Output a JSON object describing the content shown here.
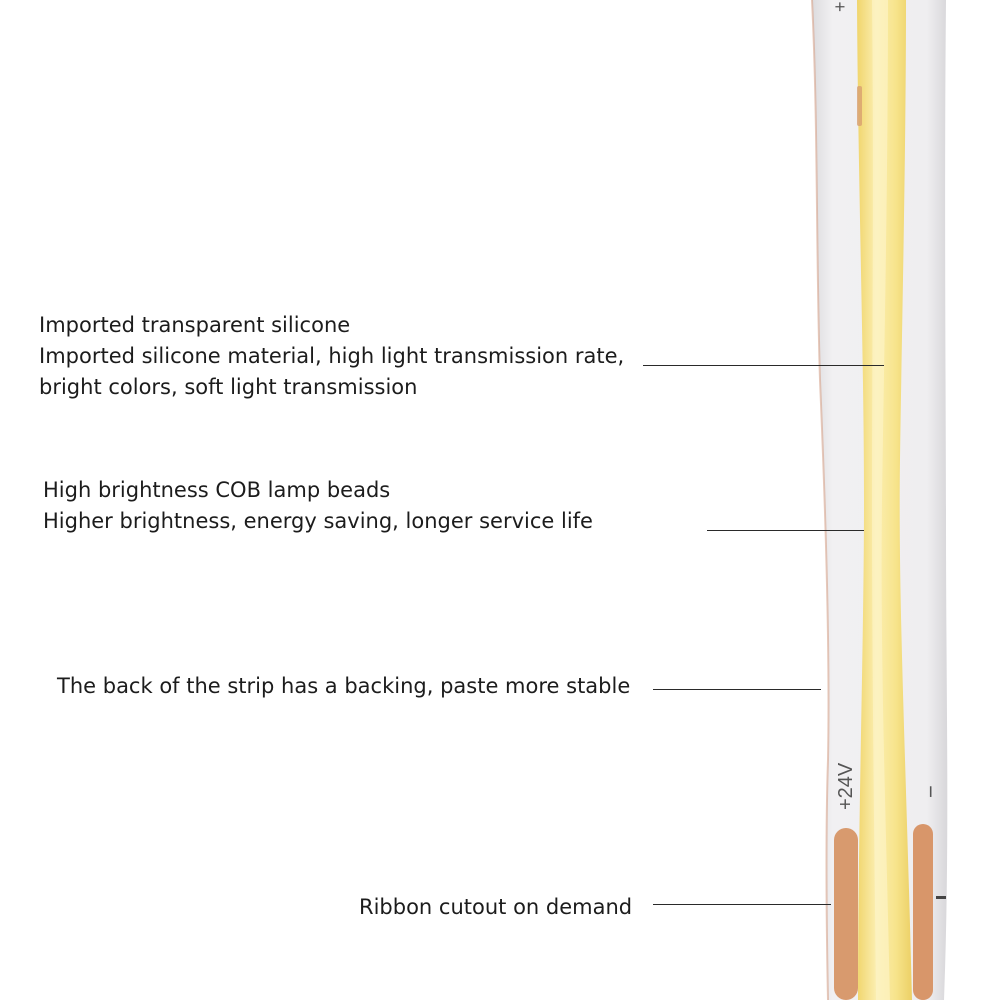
{
  "annotations": {
    "silicone": {
      "title": "Imported transparent silicone",
      "line1": "Imported silicone material, high light transmission rate,",
      "line2": "bright colors, soft light transmission"
    },
    "beads": {
      "title": "High brightness COB lamp beads",
      "line1": "Higher brightness, energy saving, longer service life"
    },
    "backing": {
      "title": "The back of the strip has a backing, paste more stable"
    },
    "cutout": {
      "title": "Ribbon cutout on demand"
    }
  },
  "strip": {
    "voltage_label": "+24V",
    "minus_label": "−",
    "top_marking": "+",
    "colors": {
      "silicone": "#ecebec",
      "led": "#f6e488",
      "led_highlight": "#fbf0b0",
      "pad": "#d89a6e"
    }
  }
}
